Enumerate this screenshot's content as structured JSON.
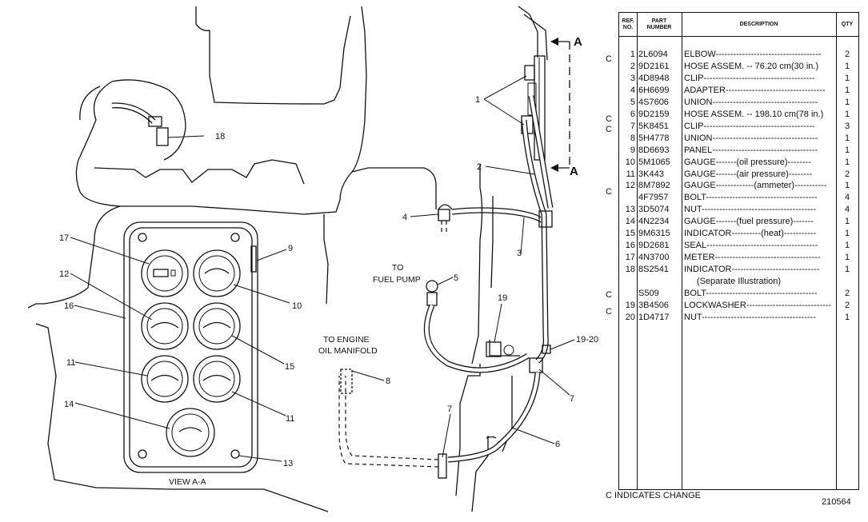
{
  "view_title": "VIEW A-A",
  "section_marks": [
    "A",
    "A"
  ],
  "notes": {
    "fuel_pump": [
      "TO",
      "FUEL PUMP"
    ],
    "oil_manifold": [
      "TO ENGINE",
      "OIL MANIFOLD"
    ]
  },
  "callouts": {
    "c1": "1",
    "c2": "2",
    "c3": "3",
    "c4": "4",
    "c5": "5",
    "c6": "6",
    "c7a": "7",
    "c7b": "7",
    "c8": "8",
    "c9": "9",
    "c10": "10",
    "c11a": "11",
    "c11b": "11",
    "c12": "12",
    "c13": "13",
    "c14": "14",
    "c15": "15",
    "c16": "16",
    "c17": "17",
    "c18": "18",
    "c19": "19",
    "c1920": "19-20"
  },
  "parts_table": {
    "headers": {
      "ref": [
        "REF.",
        "NO."
      ],
      "part": [
        "PART",
        "NUMBER"
      ],
      "desc": "DESCRIPTION",
      "qty": "QTY"
    },
    "rows": [
      {
        "ref": "1",
        "part": "2L6094",
        "desc": "ELBOW------------------------------------",
        "qty": "2"
      },
      {
        "ref": "2",
        "part": "9D2161",
        "desc": "HOSE ASSEM. --  76.20 cm(30 in.)",
        "qty": "1"
      },
      {
        "ref": "3",
        "part": "4D8948",
        "desc": "CLIP--------------------------------------",
        "qty": "1"
      },
      {
        "ref": "4",
        "part": "6H6699",
        "desc": "ADAPTER----------------------------------",
        "qty": "1"
      },
      {
        "ref": "5",
        "part": "4S7606",
        "desc": "UNION------------------------------------",
        "qty": "1"
      },
      {
        "ref": "6",
        "part": "9D2159",
        "desc": "HOSE ASSEM. -- 198.10 cm(78 in.)",
        "qty": "1"
      },
      {
        "ref": "7",
        "part": "5K8451",
        "desc": "CLIP--------------------------------------",
        "qty": "3"
      },
      {
        "ref": "8",
        "part": "5H4778",
        "desc": "UNION------------------------------------",
        "qty": "1"
      },
      {
        "ref": "9",
        "part": "8D6693",
        "desc": "PANEL------------------------------------",
        "qty": "1"
      },
      {
        "ref": "10",
        "part": "5M1065",
        "desc": "GAUGE-------(oil pressure)--------",
        "qty": "1"
      },
      {
        "ref": "11",
        "part": "3K443",
        "desc": "GAUGE-------(air pressure)--------",
        "qty": "2"
      },
      {
        "ref": "12",
        "part": "8M7892",
        "desc": "GAUGE-------------(ammeter)-----------",
        "qty": "1"
      },
      {
        "ref": "",
        "part": "4F7957",
        "desc": "BOLT--------------------------------------",
        "qty": "4"
      },
      {
        "ref": "13",
        "part": "3D5074",
        "desc": "NUT---------------------------------------",
        "qty": "4"
      },
      {
        "ref": "14",
        "part": "4N2234",
        "desc": "GAUGE-------(fuel pressure)-------",
        "qty": "1"
      },
      {
        "ref": "15",
        "part": "9M6315",
        "desc": "INDICATOR----------(heat)-----------",
        "qty": "1"
      },
      {
        "ref": "16",
        "part": "9D2681",
        "desc": "SEAL--------------------------------------",
        "qty": "1"
      },
      {
        "ref": "17",
        "part": "4N3700",
        "desc": "METER------------------------------------",
        "qty": "1"
      },
      {
        "ref": "18",
        "part": "8S2541",
        "desc": "INDICATOR------------------------------",
        "qty": "1"
      },
      {
        "ref": "",
        "part": "",
        "desc": "(Separate Illustration)",
        "qty": ""
      },
      {
        "ref": "",
        "part": "S509",
        "desc": "BOLT--------------------------------------",
        "qty": "2"
      },
      {
        "ref": "19",
        "part": "3B4506",
        "desc": "LOCKWASHER-----------------------------",
        "qty": "2"
      },
      {
        "ref": "20",
        "part": "1D4717",
        "desc": "NUT---------------------------------------",
        "qty": "1"
      }
    ]
  },
  "change_marks": [
    "C",
    "C",
    "C",
    "C",
    "C",
    "C"
  ],
  "change_note": "C INDICATES CHANGE",
  "figure_number": "210564"
}
